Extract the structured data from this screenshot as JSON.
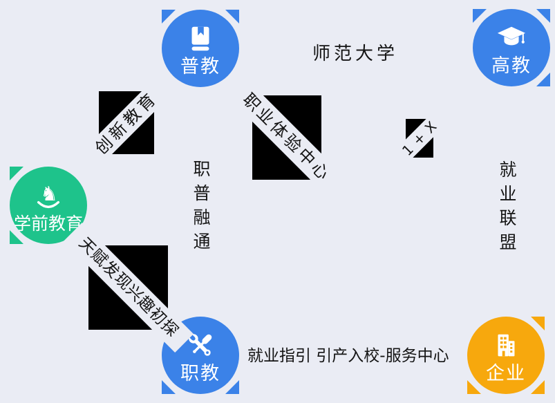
{
  "background": "#eaecf4",
  "nodes": [
    {
      "id": "pujiao",
      "label": "普教",
      "color": "#3b82e8",
      "icon": "book-icon"
    },
    {
      "id": "gaojiao",
      "label": "高教",
      "color": "#3b82e8",
      "icon": "graduation-cap-icon"
    },
    {
      "id": "xueqian",
      "label": "学前教育",
      "color": "#1ec38b",
      "icon": "rocking-horse-icon"
    },
    {
      "id": "zhijiao",
      "label": "职教",
      "color": "#3b82e8",
      "icon": "tools-icon"
    },
    {
      "id": "qiye",
      "label": "企业",
      "color": "#f7a80d",
      "icon": "building-icon"
    }
  ],
  "edges": [
    {
      "label": "创新教育"
    },
    {
      "label": "职业体验中心"
    },
    {
      "label": "1 + X"
    },
    {
      "label": "天赋发现兴趣初探"
    }
  ],
  "labels": {
    "normal_university": "师范大学",
    "zhipu_rongtong": "职普融通",
    "jiuye_lianmeng": "就业联盟",
    "bottom_line": "就业指引 引产入校-服务中心"
  }
}
